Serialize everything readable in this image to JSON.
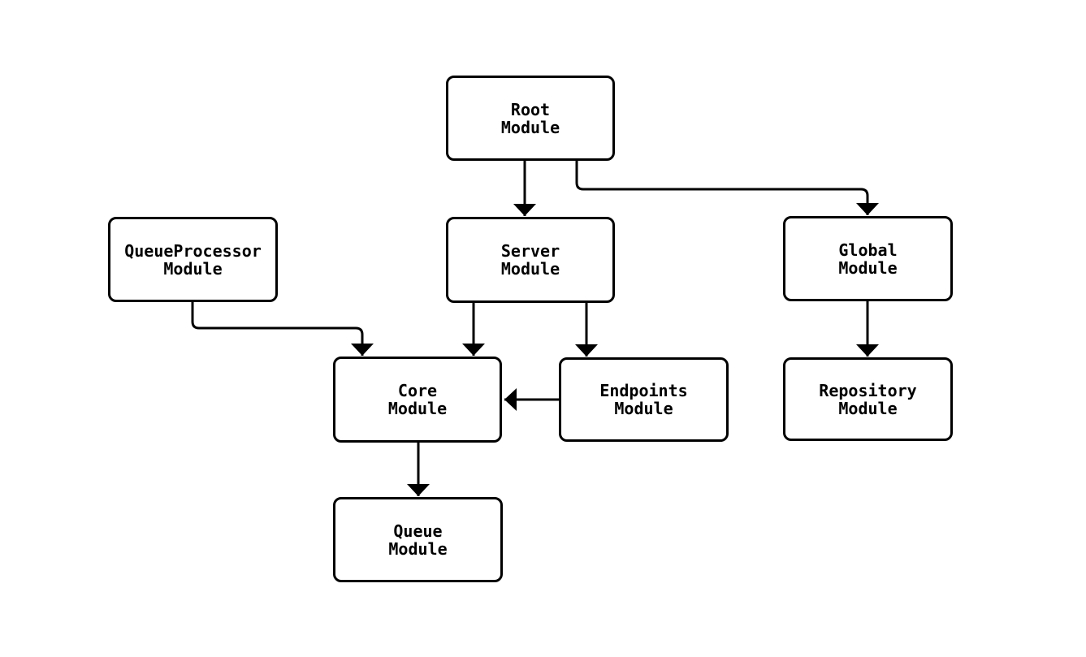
{
  "page": {
    "background_color": "#ffffff",
    "stroke_color": "#000000",
    "node_fill_color": "#ffffff",
    "text_color": "#000000"
  },
  "diagram": {
    "type": "flowchart",
    "direction": "top-down",
    "nodes": [
      {
        "id": "root",
        "line1": "Root",
        "line2": "Module"
      },
      {
        "id": "queueprocessor",
        "line1": "QueueProcessor",
        "line2": "Module"
      },
      {
        "id": "server",
        "line1": "Server",
        "line2": "Module"
      },
      {
        "id": "global",
        "line1": "Global",
        "line2": "Module"
      },
      {
        "id": "core",
        "line1": "Core",
        "line2": "Module"
      },
      {
        "id": "endpoints",
        "line1": "Endpoints",
        "line2": "Module"
      },
      {
        "id": "repository",
        "line1": "Repository",
        "line2": "Module"
      },
      {
        "id": "queue",
        "line1": "Queue",
        "line2": "Module"
      }
    ],
    "edges": [
      {
        "from": "root",
        "to": "server"
      },
      {
        "from": "root",
        "to": "global"
      },
      {
        "from": "queueprocessor",
        "to": "core"
      },
      {
        "from": "server",
        "to": "core"
      },
      {
        "from": "server",
        "to": "endpoints"
      },
      {
        "from": "endpoints",
        "to": "core"
      },
      {
        "from": "global",
        "to": "repository"
      },
      {
        "from": "core",
        "to": "queue"
      }
    ]
  }
}
